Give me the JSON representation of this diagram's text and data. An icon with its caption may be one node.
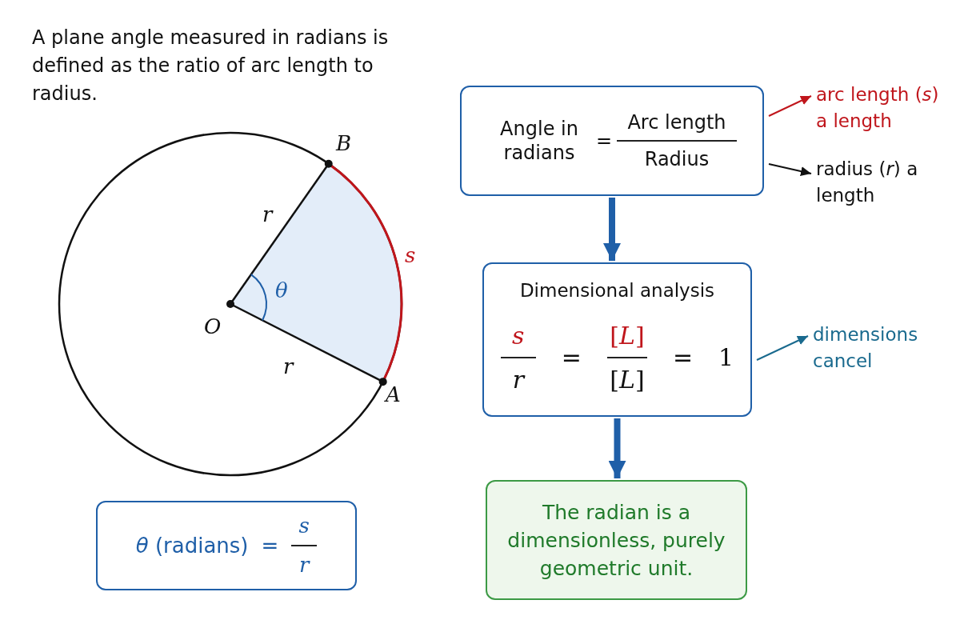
{
  "diagram": {
    "nodes": [
      {
        "text": [
          "Angle in radians",
          "=",
          "Arc length",
          "Radius"
        ]
      },
      {
        "text": [
          "arc length (*s*) a length"
        ]
      },
      {
        "text": [
          "radius (*r*) a length"
        ]
      },
      {
        "text": [
          "Dimensional analysis",
          "s",
          "r",
          "=",
          "[*L*]",
          "[*L*]",
          "=",
          "1"
        ]
      },
      {
        "text": [
          "dimensions cancel"
        ]
      },
      {
        "text": [
          "The radian is a dimensionless, purely geometric unit."
        ]
      },
      {
        "text": [
          "*θ* (radians)",
          "=",
          "s",
          "r"
        ]
      }
    ],
    "edges": [
      {
        "from": 0,
        "to": 1,
        "arrow": "to",
        "color": "#c0161c"
      },
      {
        "from": 0,
        "to": 2,
        "arrow": "to",
        "color": "#111111"
      },
      {
        "from": 0,
        "to": 3,
        "arrow": "to",
        "style": "thick",
        "color": "#1f5fa8"
      },
      {
        "from": 3,
        "to": 4,
        "arrow": "to",
        "color": "#1a6a8e"
      },
      {
        "from": 3,
        "to": 5,
        "arrow": "to",
        "style": "thick",
        "color": "#1f5fa8"
      }
    ],
    "labels": [
      "A plane angle measured in radians is defined as the ratio of arc length to radius.",
      "B",
      "r",
      "s",
      "θ",
      "O",
      "r",
      "A"
    ]
  }
}
